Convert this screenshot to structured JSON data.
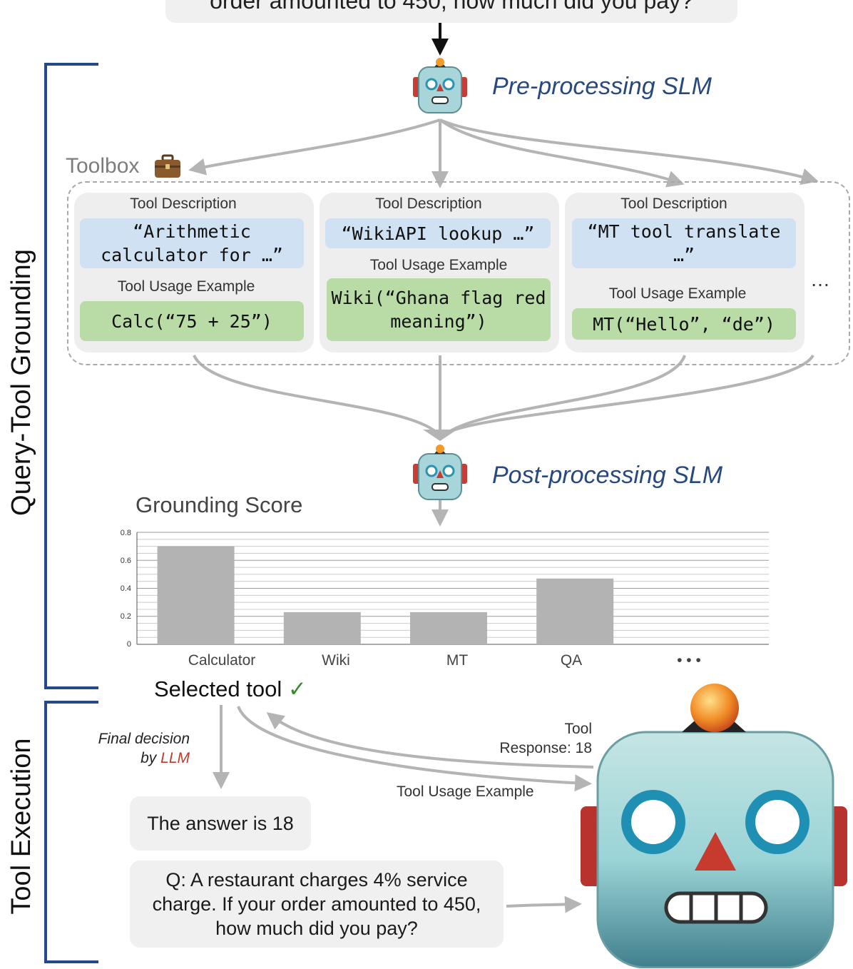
{
  "top_query": {
    "text": "order amounted to 450, how much did you pay?"
  },
  "sections": {
    "grounding": "Query-Tool Grounding",
    "execution": "Tool Execution"
  },
  "slm": {
    "pre": "Pre-processing SLM",
    "post": "Post-processing SLM"
  },
  "toolbox": {
    "label": "Toolbox",
    "icon": "briefcase-icon",
    "tools": [
      {
        "desc_header": "Tool Description",
        "desc": "“Arithmetic calculator for …”",
        "usage_header": "Tool Usage Example",
        "usage": "Calc(“75 + 25”)"
      },
      {
        "desc_header": "Tool Description",
        "desc": "“WikiAPI lookup …”",
        "usage_header": "Tool Usage Example",
        "usage": "Wiki(“Ghana flag red meaning”)"
      },
      {
        "desc_header": "Tool Description",
        "desc": "“MT tool translate …”",
        "usage_header": "Tool Usage Example",
        "usage": "MT(“Hello”, “de”)"
      }
    ],
    "more": "…"
  },
  "chart_data": {
    "type": "bar",
    "title": "Grounding Score",
    "categories": [
      "Calculator",
      "Wiki",
      "MT",
      "QA",
      "• • •"
    ],
    "values": [
      0.7,
      0.23,
      0.23,
      0.47,
      null
    ],
    "ylim": [
      0,
      0.8
    ],
    "yticks": [
      "0",
      "0.2",
      "0.4",
      "0.6",
      "0.8"
    ],
    "grid": true,
    "colors": {
      "bar": "#b3b3b3"
    }
  },
  "execution": {
    "selected": "Selected tool",
    "check": "✓",
    "decision_line1": "Final decision",
    "decision_by": "by ",
    "decision_llm": "LLM",
    "tool_response": "Tool\nResponse: 18",
    "usage_example": "Tool Usage Example",
    "answer": "The answer is 18",
    "question": "Q: A restaurant charges 4% service charge. If your order amounted to 450, how much did you pay?"
  },
  "colors": {
    "bracket": "#234a86",
    "slm_label": "#27497f",
    "arrow": "#b4b4b4",
    "llm": "#c0392b",
    "check": "#3a8a2f"
  }
}
